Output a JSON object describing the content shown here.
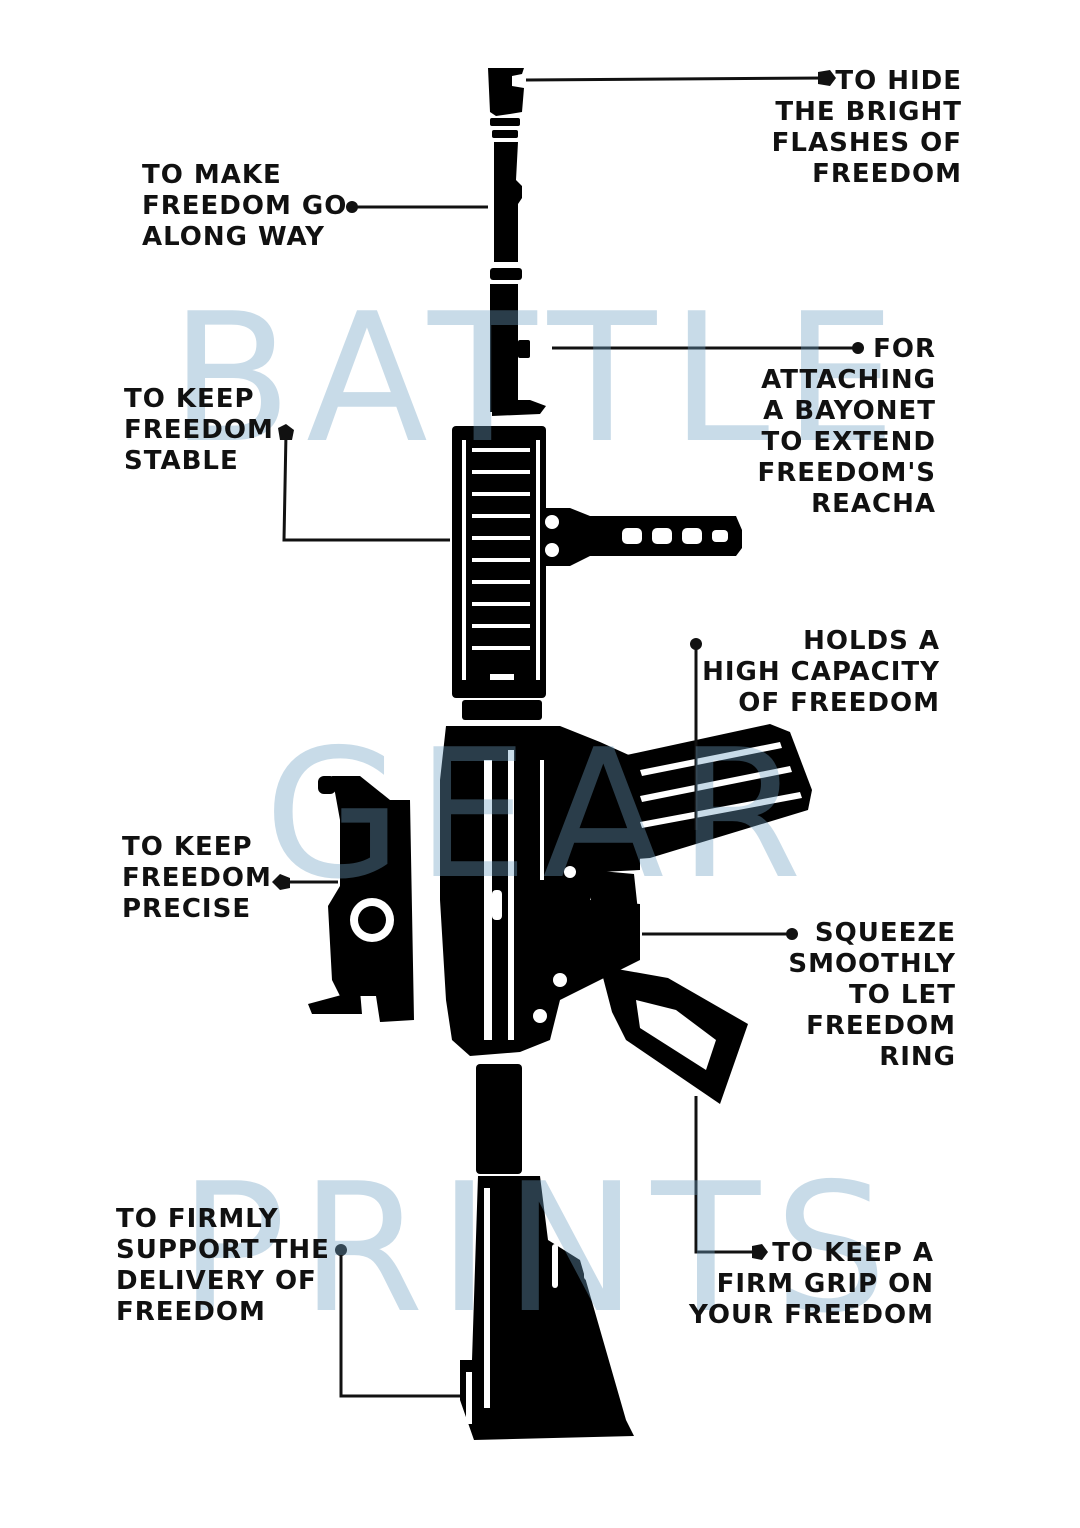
{
  "colors": {
    "ink": "#111111",
    "watermark": "#6ea0c3",
    "background": "#ffffff"
  },
  "watermark": {
    "line1": "BATTLE",
    "line2": "GEAR",
    "line3": "PRINTS"
  },
  "callouts": {
    "flash_hider": {
      "lines": [
        "TO HIDE",
        "THE BRIGHT",
        "FLASHES OF",
        "FREEDOM"
      ]
    },
    "barrel": {
      "lines": [
        "TO MAKE",
        "FREEDOM GO",
        "ALONG WAY"
      ]
    },
    "bayonet_lug": {
      "lines": [
        "FOR",
        "ATTACHING",
        "A BAYONET",
        "TO EXTEND",
        "FREEDOM'S",
        "REACHA"
      ]
    },
    "handguard": {
      "lines": [
        "TO KEEP",
        "FREEDOM",
        "STABLE"
      ]
    },
    "magazine": {
      "lines": [
        "HOLDS A",
        "HIGH CAPACITY",
        "OF FREEDOM"
      ]
    },
    "optic": {
      "lines": [
        "TO KEEP",
        "FREEDOM",
        "PRECISE"
      ]
    },
    "trigger": {
      "lines": [
        "SQUEEZE",
        "SMOOTHLY",
        "TO LET",
        "FREEDOM",
        "RING"
      ]
    },
    "stock": {
      "lines": [
        "TO FIRMLY",
        "SUPPORT THE",
        "DELIVERY OF",
        "FREEDOM"
      ]
    },
    "grip": {
      "lines": [
        "TO KEEP A",
        "FIRM GRIP ON",
        "YOUR FREEDOM"
      ]
    }
  },
  "icons": {
    "rifle": "rifle-silhouette-icon"
  }
}
